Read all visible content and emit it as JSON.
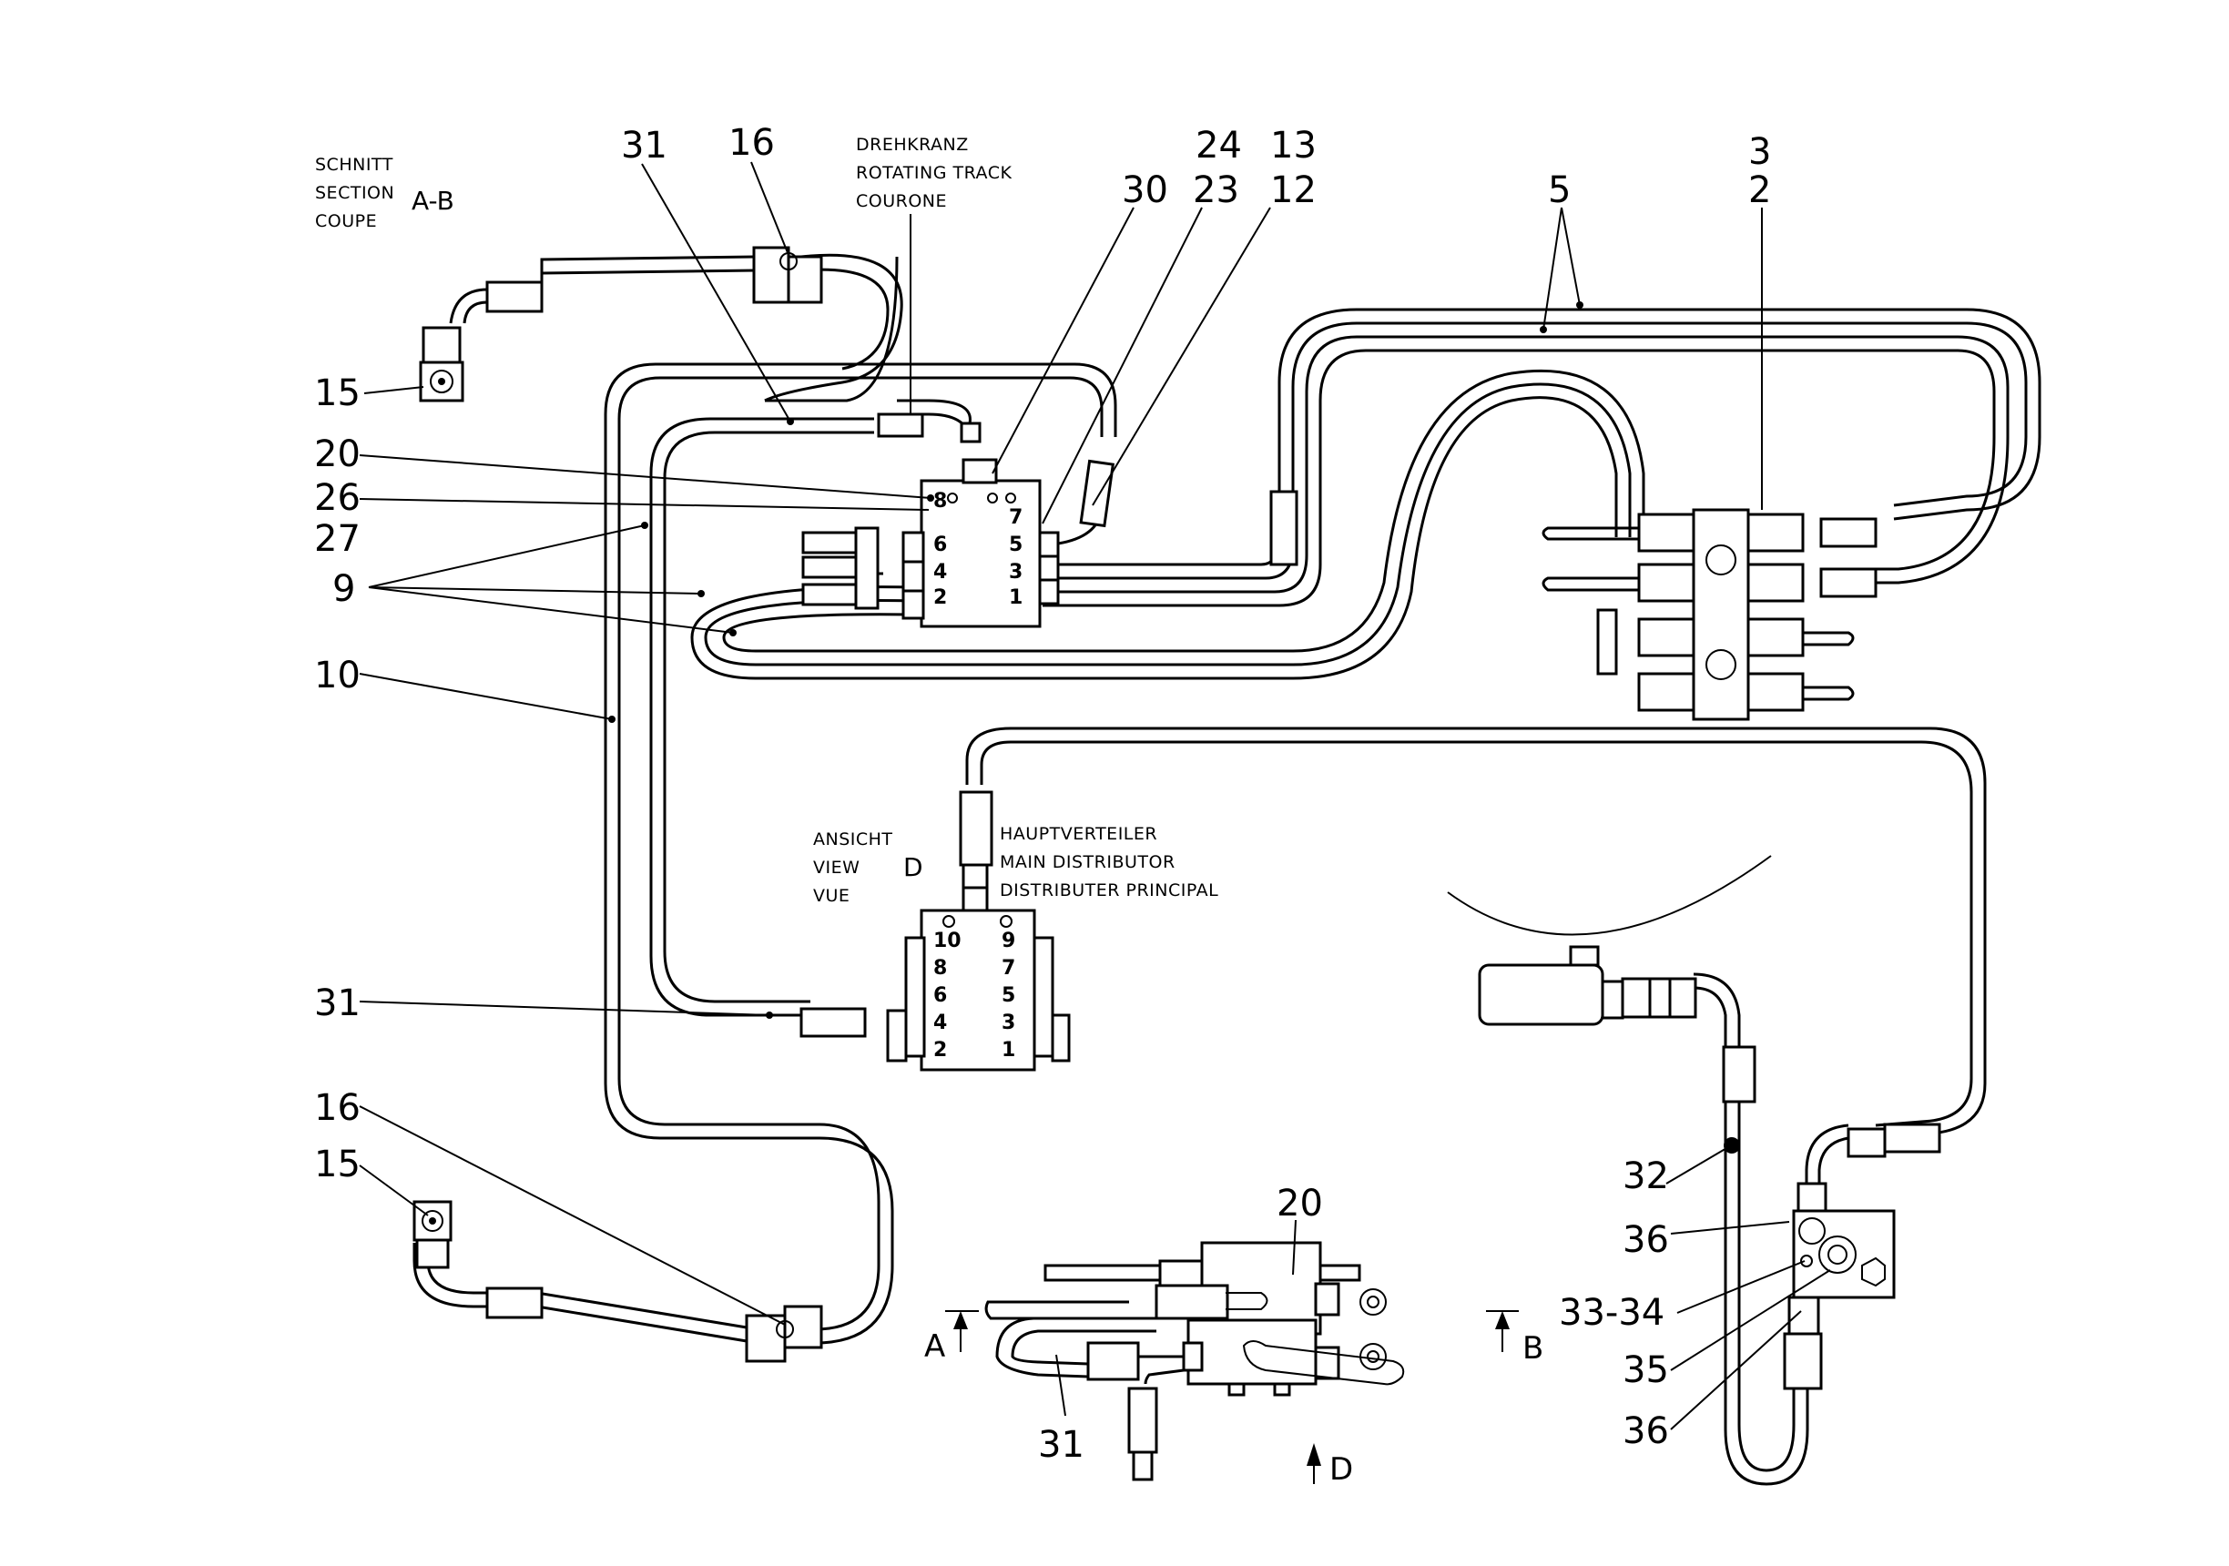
{
  "section_label": {
    "line1": "SCHNITT",
    "line2": "SECTION",
    "line3": "COUPE",
    "name": "A-B"
  },
  "turntable_label": {
    "line1": "DREHKRANZ",
    "line2": "ROTATING TRACK",
    "line3": "COURONE"
  },
  "view_label": {
    "line1": "ANSICHT",
    "line2": "VIEW",
    "line3": "VUE",
    "name": "D"
  },
  "distributor_label": {
    "line1": "HAUPTVERTEILER",
    "line2": "MAIN DISTRIBUTOR",
    "line3": "DISTRIBUTER PRINCIPAL"
  },
  "upper_block_ports": [
    "8",
    "7",
    "6",
    "5",
    "4",
    "3",
    "2",
    "1"
  ],
  "lower_block_ports": [
    "10",
    "9",
    "8",
    "7",
    "6",
    "5",
    "4",
    "3",
    "2",
    "1"
  ],
  "callouts": {
    "c31a": "31",
    "c16a": "16",
    "c30": "30",
    "c24": "24",
    "c23": "23",
    "c13": "13",
    "c12": "12",
    "c3": "3",
    "c2": "2",
    "c5": "5",
    "c15a": "15",
    "c20a": "20",
    "c26": "26",
    "c27": "27",
    "c9": "9",
    "c10": "10",
    "c31b": "31",
    "c16b": "16",
    "c15b": "15",
    "c20b": "20",
    "c31c": "31",
    "c32": "32",
    "c36a": "36",
    "c33": "33-34",
    "c35": "35",
    "c36b": "36"
  },
  "section_marks": {
    "a": "A",
    "b": "B",
    "d": "D"
  }
}
